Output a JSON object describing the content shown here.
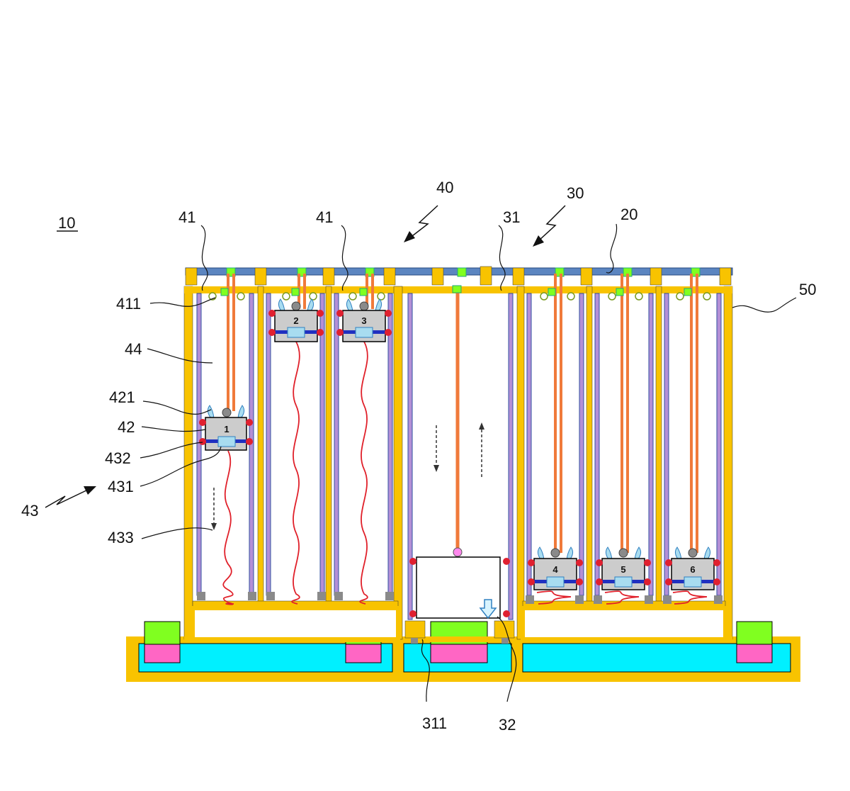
{
  "figure": {
    "main_label": "10",
    "callouts": {
      "c20": "20",
      "c30": "30",
      "c31": "31",
      "c311": "311",
      "c32": "32",
      "c40": "40",
      "c41a": "41",
      "c41b": "41",
      "c411": "411",
      "c42": "42",
      "c421": "421",
      "c43": "43",
      "c431": "431",
      "c432": "432",
      "c433": "433",
      "c44": "44",
      "c50": "50"
    },
    "carriage_numbers": [
      "1",
      "2",
      "3",
      "4",
      "5",
      "6"
    ]
  },
  "colors": {
    "frame": "#f8c300",
    "rail": "#5b85c0",
    "cable": "#f07a3a",
    "spring": "#e0202a",
    "guide": "#b48fd6",
    "base": "#00f0ff",
    "carriage": "#cccccc",
    "clamp": "#2030c0",
    "holder": "#a8dcf0",
    "joint": "#e02030",
    "green_block": "#80ff20",
    "pink_block": "#ff66c4",
    "node": "#8a8a8a"
  }
}
